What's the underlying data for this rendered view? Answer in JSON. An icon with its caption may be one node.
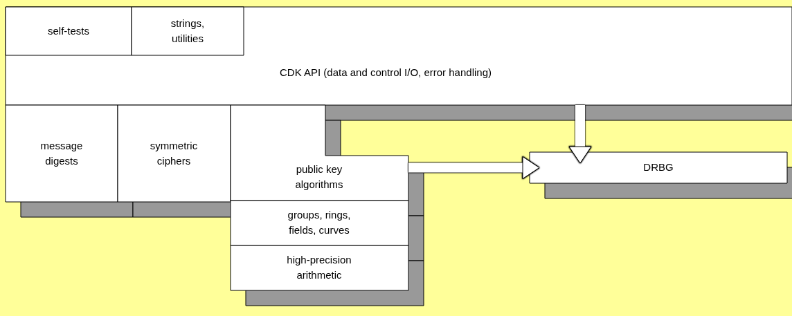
{
  "diagram": {
    "nodes": [
      {
        "text": [
          "self-tests"
        ],
        "in": 2
      },
      {
        "text": [
          "strings, utilities"
        ],
        "in": 2
      },
      {
        "text": [
          "CDK API (data and control I/O, error handling)"
        ]
      },
      {
        "text": [
          "message digests"
        ]
      },
      {
        "text": [
          "symmetric ciphers"
        ]
      },
      {
        "text": [
          "public key algorithms"
        ]
      },
      {
        "text": [
          "groups, rings, fields, curves"
        ]
      },
      {
        "text": [
          "high-precision arithmetic"
        ]
      },
      {
        "text": [
          "DRBG"
        ]
      }
    ],
    "edges": [
      {
        "from": 2,
        "to": 8,
        "arrow": "to"
      },
      {
        "from": 5,
        "to": 8,
        "arrow": "to"
      }
    ]
  }
}
